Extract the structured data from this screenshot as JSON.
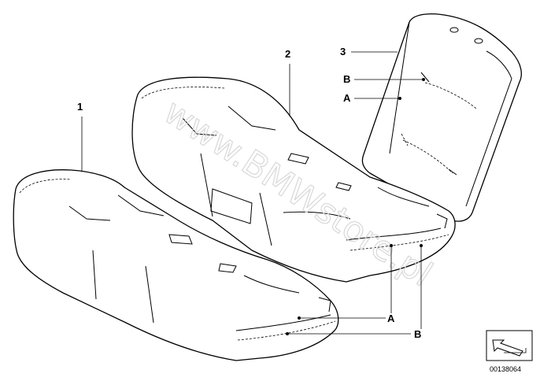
{
  "diagram": {
    "callouts": {
      "part_1": "1",
      "part_2": "2",
      "part_3": "3",
      "backrest_B": "B",
      "backrest_A": "A",
      "cushion_A": "A",
      "cushion_B": "B"
    },
    "part_number": "00138064",
    "watermark": "www.BMWstore.pl",
    "icons": [
      "arrow-icon"
    ]
  }
}
